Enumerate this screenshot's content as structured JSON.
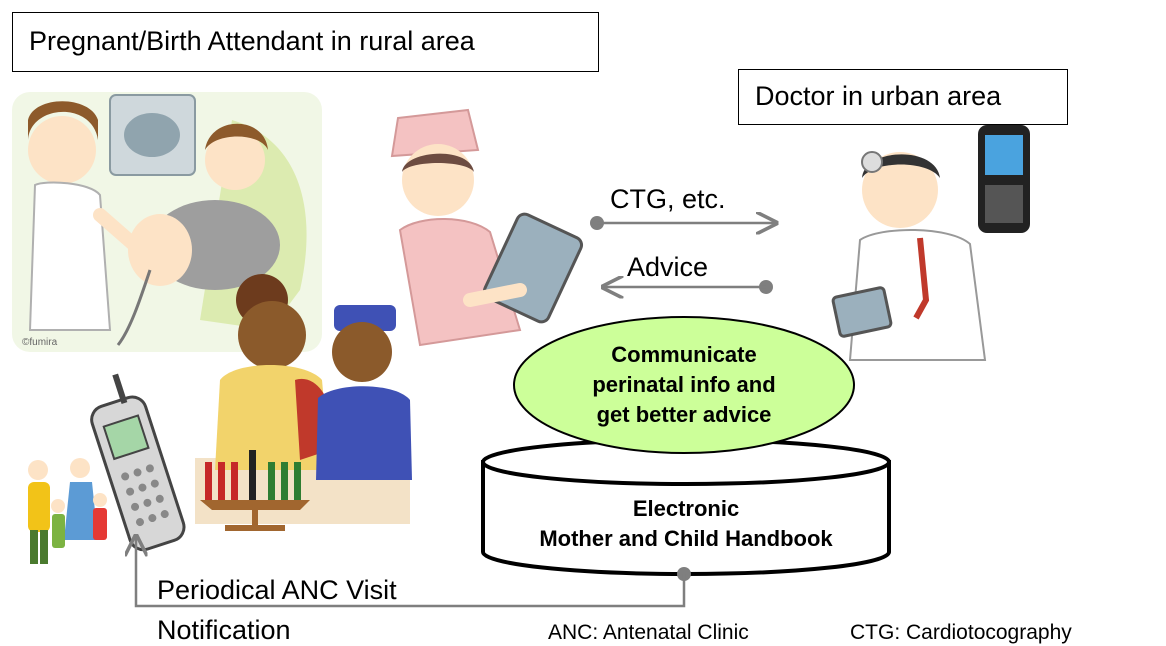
{
  "labels": {
    "rural": "Pregnant/Birth Attendant in rural area",
    "urban": "Doctor in urban area",
    "ctg_arrow": "CTG, etc.",
    "advice_arrow": "Advice",
    "bubble_line1": "Communicate",
    "bubble_line2": "perinatal info and",
    "bubble_line3": "get better advice",
    "db_line1": "Electronic",
    "db_line2": "Mother and Child Handbook",
    "notify_line1": "Periodical ANC Visit",
    "notify_line2": "Notification",
    "footnote_anc": "ANC: Antenatal Clinic",
    "footnote_ctg": "CTG: Cardiotocography"
  },
  "clipart": {
    "ultrasound": "ultrasound-exam-illustration",
    "ultrasound_credit": "©fumira",
    "nurse": "nurse-with-tablet-illustration",
    "doctor": "doctor-with-tablet-illustration",
    "smartphone": "smartphone-icon",
    "mobile_phone": "mobile-phone-icon",
    "family": "family-illustration",
    "couple": "couple-lighting-candles-illustration"
  },
  "colors": {
    "arrow": "#7f7f7f",
    "bubble_fill": "#ccff99",
    "db_fill": "#ffffff"
  }
}
